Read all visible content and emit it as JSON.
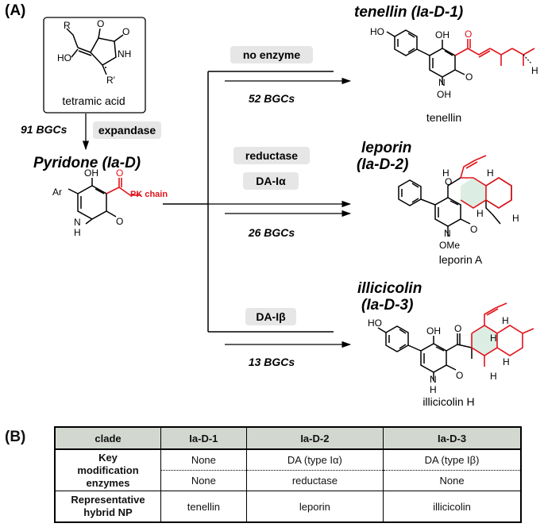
{
  "panel_a_label": "(A)",
  "panel_b_label": "(B)",
  "start": {
    "label": "tetramic acid",
    "atoms": {
      "r": "R",
      "r_prime": "R'",
      "nh": "NH",
      "o1": "O",
      "o2": "O",
      "ho": "HO"
    }
  },
  "expansion": {
    "count": "91 BGCs",
    "enzyme": "expandase"
  },
  "intermediate": {
    "title": "Pyridone (Ia-D)",
    "atoms": {
      "ar": "Ar",
      "oh": "OH",
      "o_ketone": "O",
      "pk": "PK chain",
      "nh": "N",
      "h": "H",
      "o_lactam": "O"
    }
  },
  "branches": [
    {
      "enzymes": [
        "no enzyme"
      ],
      "count": "52 BGCs",
      "product_title": "tenellin (Ia-D-1)",
      "product_name": "tenellin"
    },
    {
      "enzymes": [
        "reductase",
        "DA-Iα"
      ],
      "count": "26 BGCs",
      "product_title_line1": "leporin",
      "product_title_line2": "(Ia-D-2)",
      "product_name": "leporin A"
    },
    {
      "enzymes": [
        "DA-Iβ"
      ],
      "count": "13 BGCs",
      "product_title_line1": "illicicolin",
      "product_title_line2": "(Ia-D-3)",
      "product_name": "illicicolin H"
    }
  ],
  "struct_labels": {
    "ho": "HO",
    "oh": "OH",
    "o": "O",
    "n": "N",
    "h": "H",
    "ome": "OMe",
    "me_h": "H"
  },
  "table": {
    "headers": [
      "clade",
      "Ia-D-1",
      "Ia-D-2",
      "Ia-D-3"
    ],
    "row1_head": [
      "Key",
      "modification",
      "enzymes"
    ],
    "row1a": [
      "None",
      "DA (type Iα)",
      "DA (type Iβ)"
    ],
    "row1b": [
      "None",
      "reductase",
      "None"
    ],
    "row2_head": [
      "Representative",
      "hybrid NP"
    ],
    "row2": [
      "tenellin",
      "leporin",
      "illicicolin"
    ]
  },
  "colors": {
    "accent_red": "#e0141b",
    "pill_gray": "#e6e6e6",
    "header_gray": "#d2d8cf",
    "shade_green": "#dceee4"
  }
}
